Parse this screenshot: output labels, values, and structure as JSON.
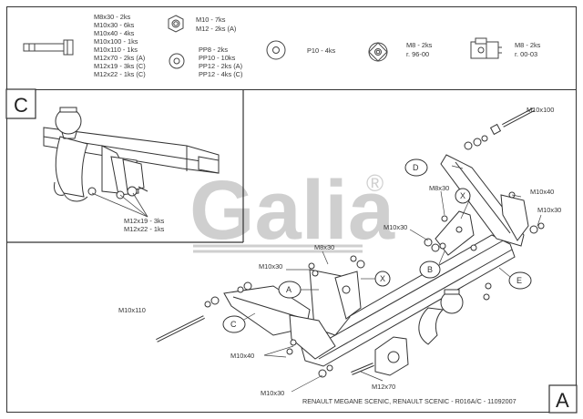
{
  "hardware": {
    "bolt_list": [
      "M8x30 - 2ks",
      "M10x30 - 6ks",
      "M10x40 - 4ks",
      "M10x100 - 1ks",
      "M10x110 - 1ks",
      "M12x70 - 2ks (A)",
      "M12x19 - 3ks (C)",
      "M12x22 - 1ks (C)"
    ],
    "nut_list": [
      "M10 - 7ks",
      "M12 - 2ks (A)"
    ],
    "washer_list": [
      "PP8 - 2ks",
      "PP10 - 10ks",
      "PP12 - 2ks (A)",
      "PP12 - 4ks (C)"
    ],
    "plate_washer": "P10 - 4ks",
    "cage_nut": [
      "M8 - 2ks",
      "r. 96-00"
    ],
    "clip_nut": [
      "M8 - 2ks",
      "r. 00-03"
    ]
  },
  "inset": {
    "letter": "C",
    "bolts": [
      "M12x19 - 3ks",
      "M12x22 - 1ks"
    ]
  },
  "main": {
    "letter": "A",
    "labels": {
      "m10x100": "M10x100",
      "m8x30_upper": "M8x30",
      "m10x40_right": "M10x40",
      "m10x30_right": "M10x30",
      "m10x30_mid": "M10x30",
      "m8x30_center": "M8x30",
      "m10x30_left": "M10x30",
      "m10x110": "M10x110",
      "m10x40_left": "M10x40",
      "m12x70": "M12x70",
      "m10x30_bottom": "M10x30"
    },
    "parts": {
      "d": "D",
      "x1": "X",
      "b": "B",
      "e": "E",
      "a": "A",
      "x2": "X",
      "c": "C"
    }
  },
  "logo": {
    "text": "Galia",
    "mark": "®"
  },
  "footer": "RENAULT MEGANE SCENIC, RENAULT SCENIC - R016A/C - 11092007"
}
